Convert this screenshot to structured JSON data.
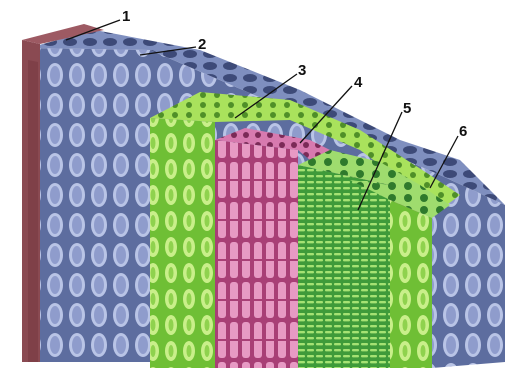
{
  "labels": [
    "1",
    "2",
    "3",
    "4",
    "5",
    "6"
  ],
  "colors": {
    "epidermis": "#8a4a52",
    "parenchyma": "#6f7fb3",
    "parenchyma_light": "#b9c4e6",
    "sclerenchyma": "#7cc43a",
    "sclerenchyma_light": "#c9ef8a",
    "phloem": "#b2477f",
    "phloem_light": "#e79ac4",
    "xylem": "#3f9b3a",
    "xylem_light": "#9fdc6e",
    "background": "#ffffff"
  }
}
